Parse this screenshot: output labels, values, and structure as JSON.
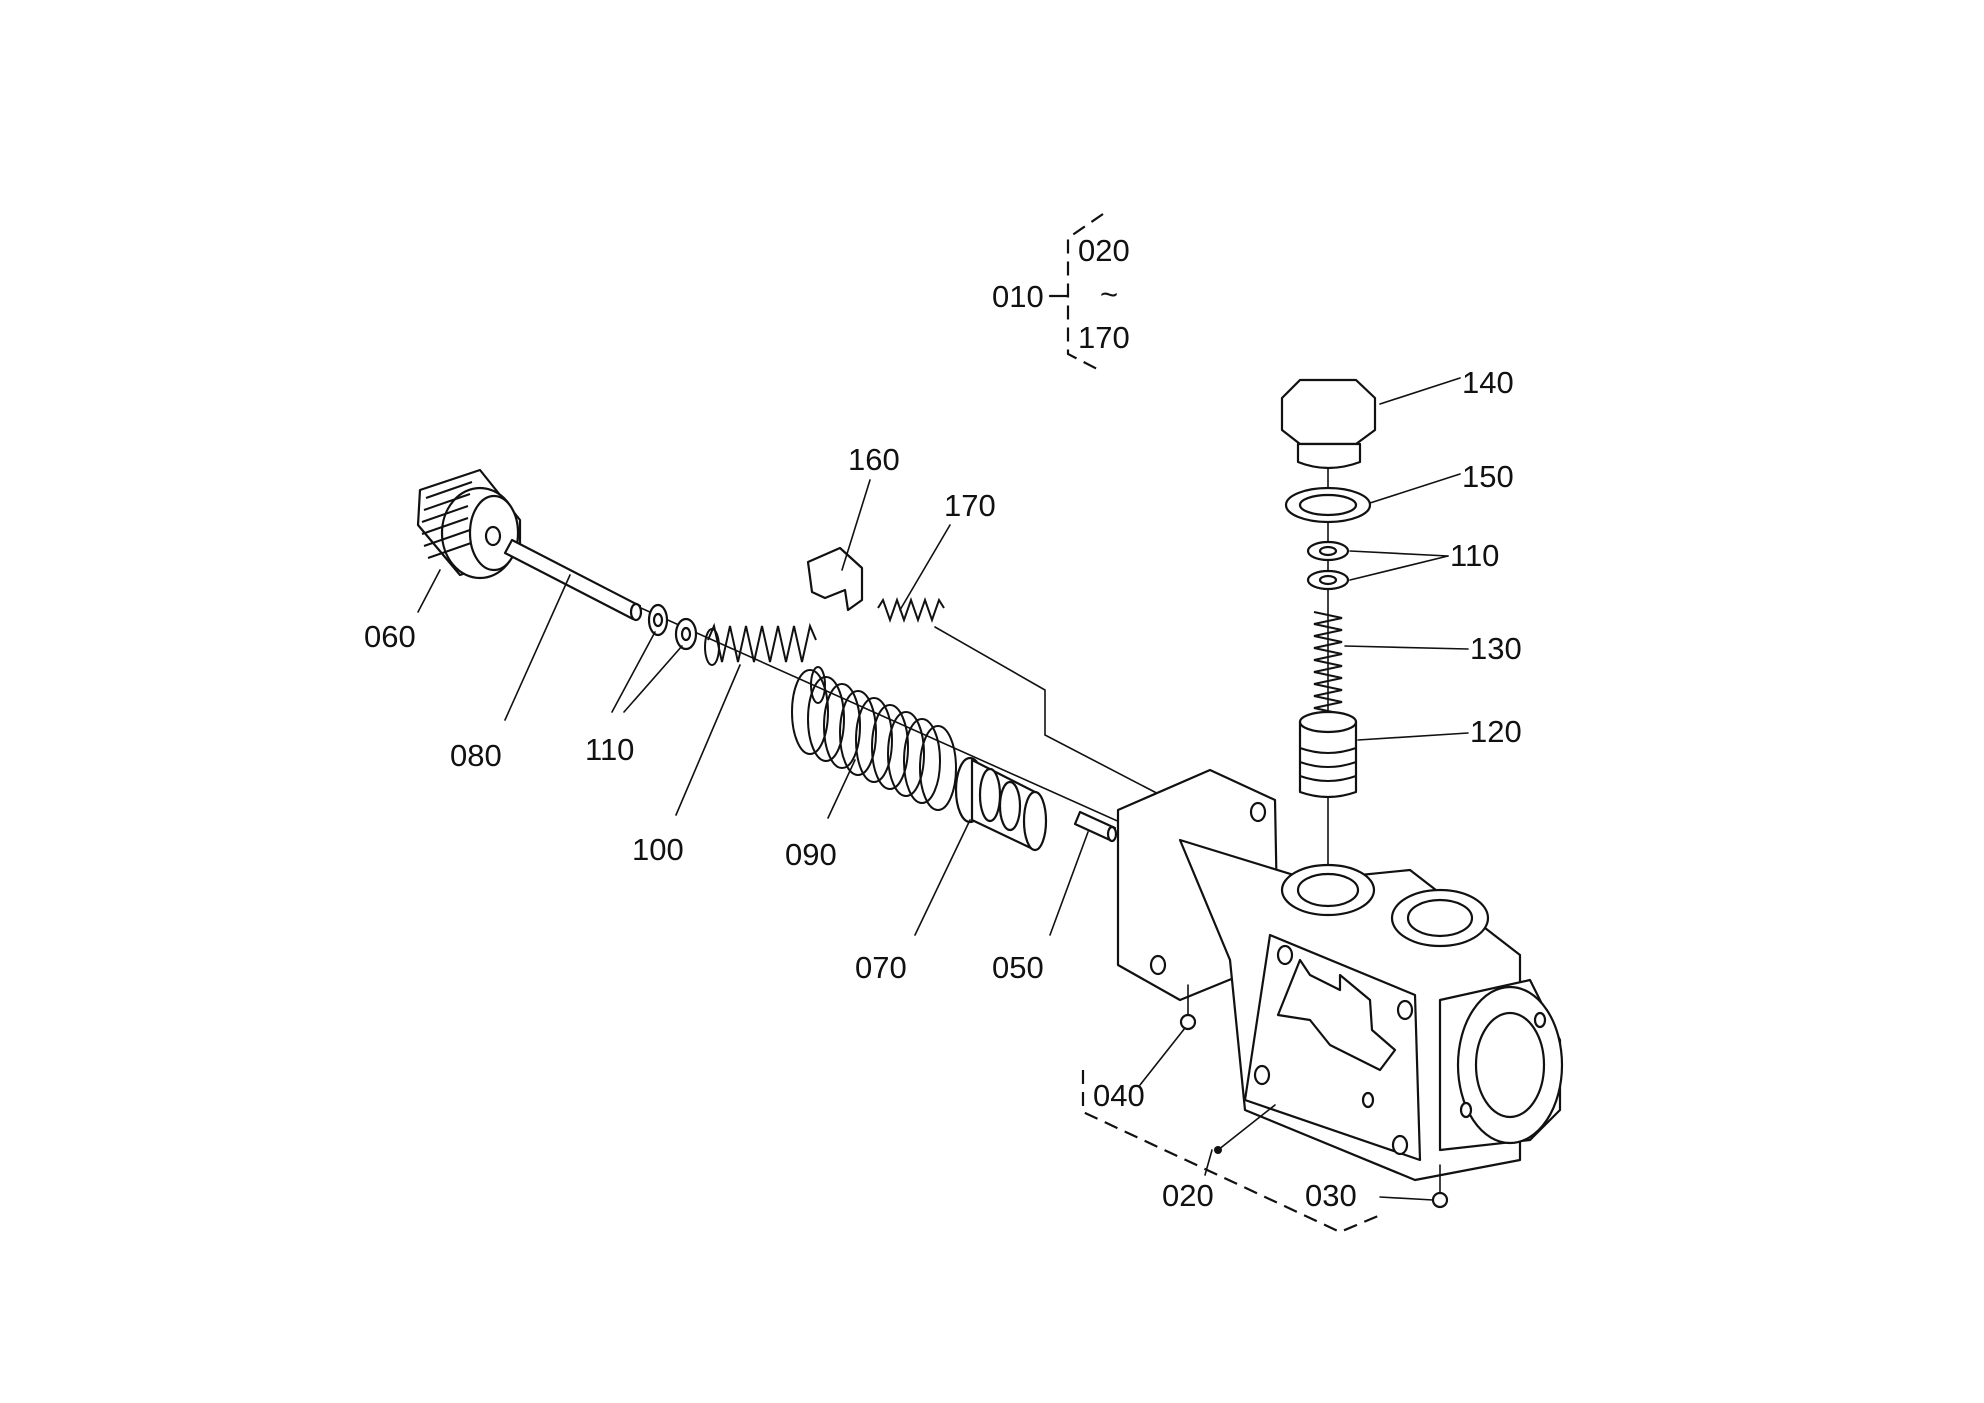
{
  "assembly": {
    "parent_label": "010",
    "range_start": "020",
    "range_tilde": "~",
    "range_end": "170"
  },
  "callouts": {
    "p020": "020",
    "p030": "030",
    "p040": "040",
    "p050": "050",
    "p060": "060",
    "p070": "070",
    "p080": "080",
    "p090": "090",
    "p100": "100",
    "p110_left": "110",
    "p110_right": "110",
    "p120": "120",
    "p130": "130",
    "p140": "140",
    "p150": "150",
    "p160": "160",
    "p170": "170"
  }
}
